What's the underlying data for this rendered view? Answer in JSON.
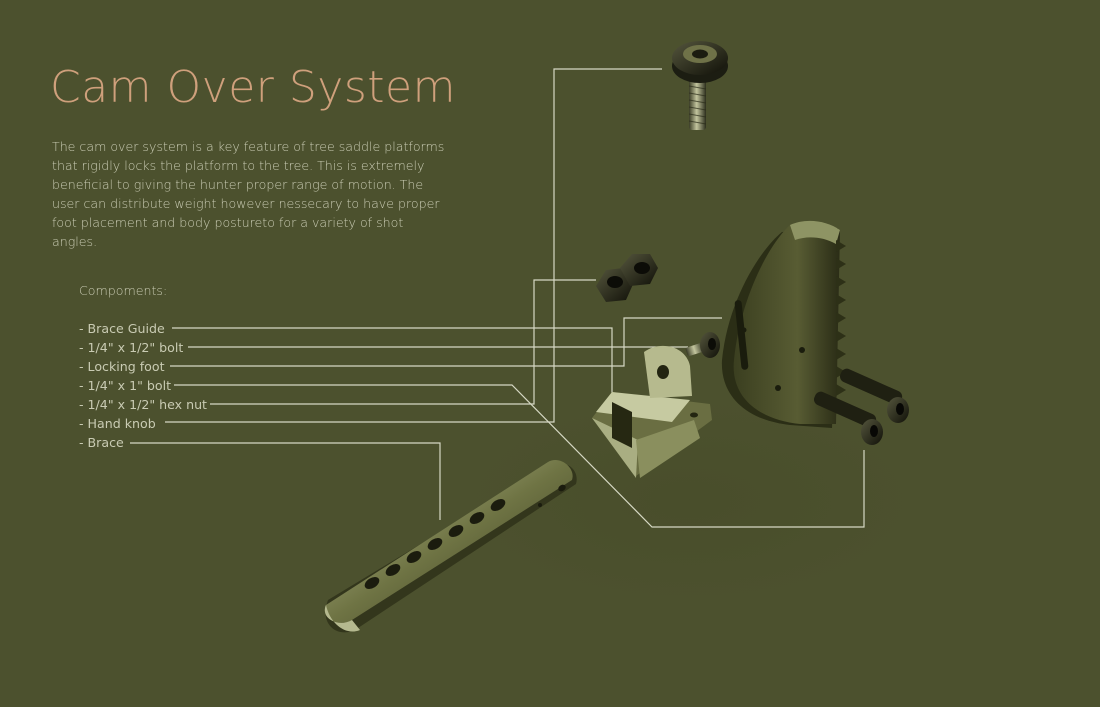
{
  "title": "Cam Over System",
  "description": "The cam over system is a key feature of  tree saddle platforms that rigidly locks the platform to the tree. This is extremely beneficial to giving the hunter proper range of motion. The user can distribute weight however nessecary to have proper foot placement and body postureto for a variety of shot angles.",
  "components_heading": "Compoments:",
  "components": [
    {
      "label": "- Brace Guide"
    },
    {
      "label": "- 1/4\" x 1/2\" bolt"
    },
    {
      "label": "- Locking foot"
    },
    {
      "label": "- 1/4\" x 1\" bolt"
    },
    {
      "label": "- 1/4\" x 1/2\" hex nut"
    },
    {
      "label": "- Hand knob"
    },
    {
      "label": "- Brace"
    }
  ],
  "colors": {
    "background": "#4c512e",
    "title": "#cfa07c",
    "text": "#c9cbb3",
    "leader_line": "#d6d8c4",
    "part_body": "#5a5e37"
  }
}
